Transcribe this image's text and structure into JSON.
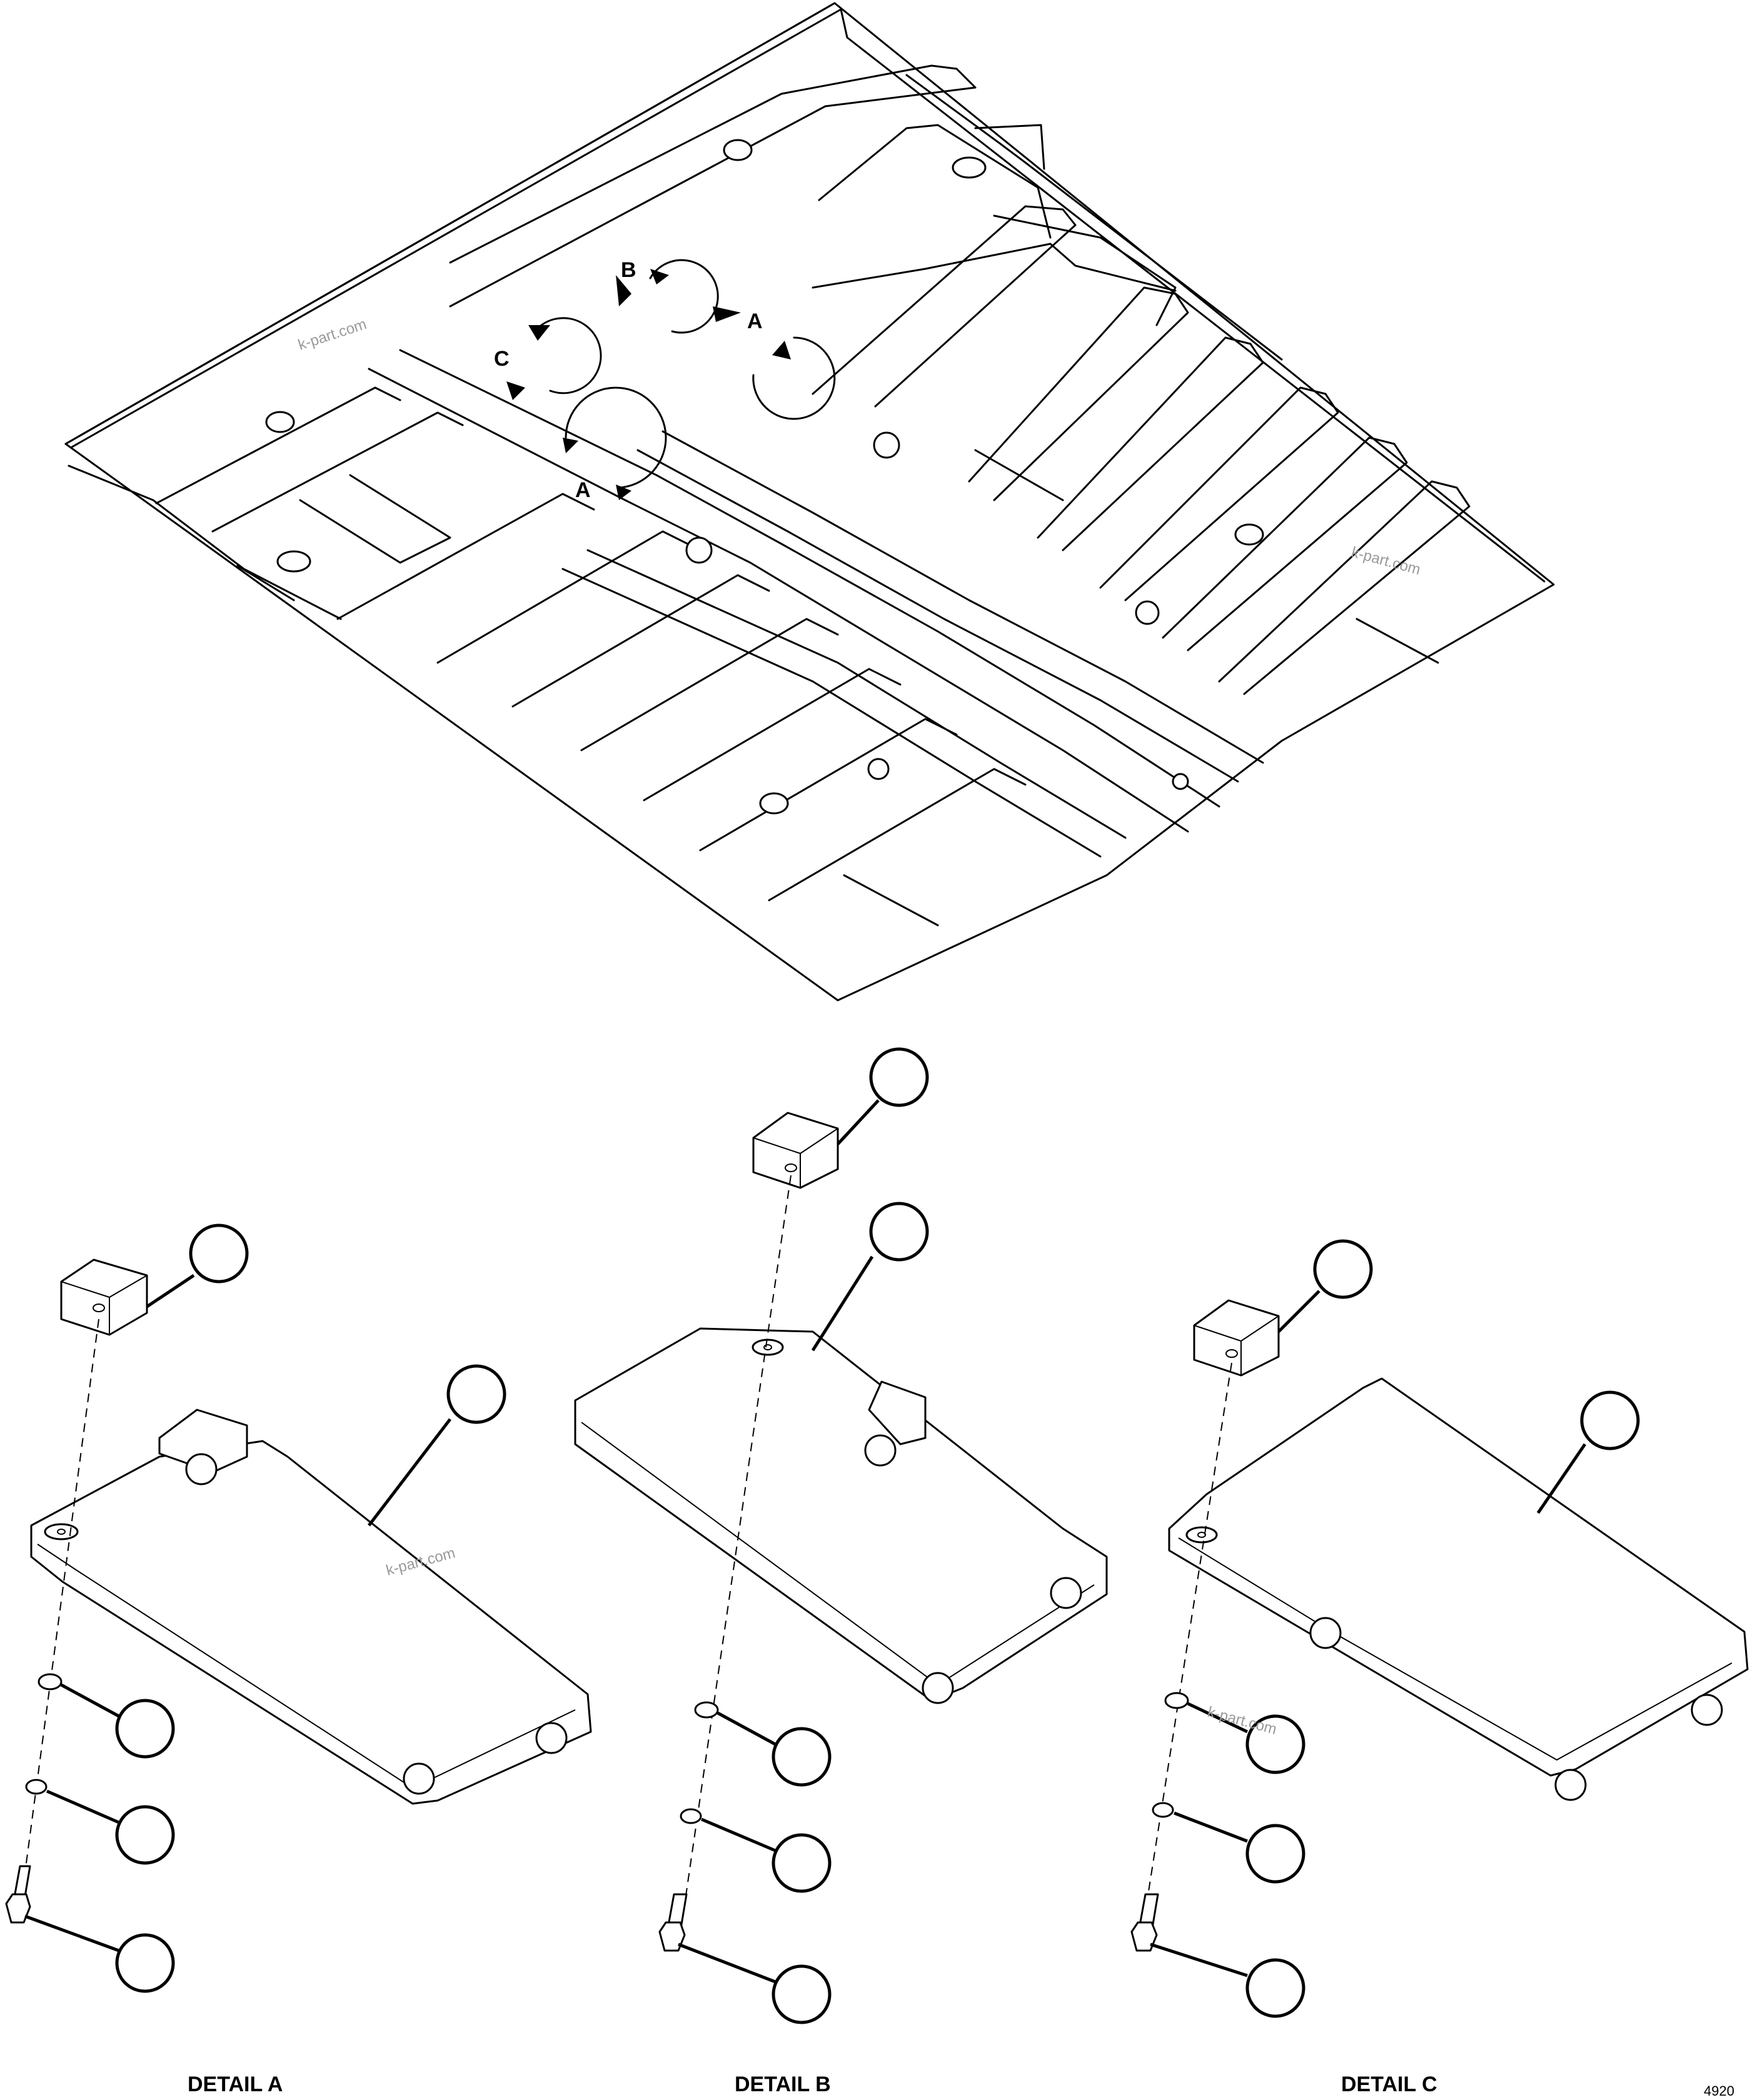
{
  "callout_letters": {
    "a_right": "A",
    "a_left": "A",
    "b": "B",
    "c": "C"
  },
  "detail_labels": {
    "a": "DETAIL A",
    "b": "DETAIL B",
    "c": "DETAIL C"
  },
  "watermark": "k-part.com",
  "figure_code": "4920"
}
